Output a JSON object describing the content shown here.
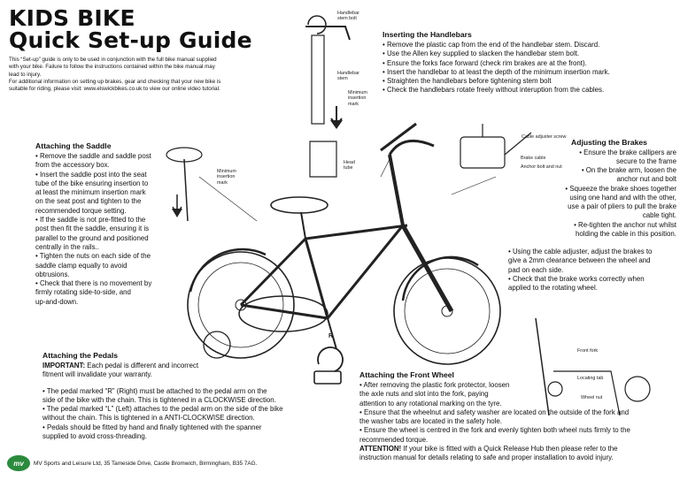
{
  "header": {
    "title_line1": "KIDS BIKE",
    "title_line2": "Quick Set-up Guide",
    "intro_lines": [
      "This “Set-up” guide is only to be used in conjunction with the full bike manual supplied",
      "with your bike. Failure to follow the instructions contained within the bike manual may",
      "lead to injury.",
      "For additional information on setting up brakes, gear and checking that your new bike is",
      "suitable for riding, please visit: www.elswickbikes.co.uk to view our online video tutorial."
    ]
  },
  "handlebars": {
    "title": "Inserting the Handlebars",
    "steps": [
      "• Remove the plastic cap from the end of the handlebar stem. Discard.",
      "• Use the Allen key supplied to slacken the handlebar stem bolt.",
      "• Ensure the forks face forward (check rim brakes are at the front).",
      "• Insert the handlebar to at least the depth of the minimum insertion mark.",
      "• Straighten the handlebars before tightening stem bolt",
      "• Check the handlebars rotate freely without interuption from the cables."
    ],
    "labels": {
      "stem_bolt": [
        "Handlebar",
        "stem bolt"
      ],
      "handlebar_stem": [
        "Handlebar",
        "stem"
      ],
      "minimum_insertion": [
        "Minimum",
        "insertion",
        "mark"
      ],
      "head_tube": [
        "Head",
        "tube"
      ]
    }
  },
  "saddle": {
    "title": "Attaching the Saddle",
    "lines": [
      "• Remove the saddle and saddle post",
      "from the accessory box.",
      "• Insert the saddle post into the seat",
      "tube of the bike ensuring insertion to",
      "at least the minimum insertion mark",
      "on the seat post and tighten to the",
      "recommended torque setting.",
      "• If the saddle is not pre-fitted to the",
      "post then fit the saddle, ensuring it is",
      "parallel to the ground and positioned",
      "centrally in the rails..",
      "• Tighten the nuts on each side of the",
      "saddle clamp equally to avoid",
      "obtrusions.",
      "• Check that there is no movement by",
      "firmly rotating side-to-side, and",
      "up-and-down."
    ],
    "labels": {
      "minimum_insertion": [
        "Minimum",
        "insertion",
        "mark"
      ]
    }
  },
  "brakes": {
    "title": "Adjusting the Brakes",
    "lines": [
      "• Ensure the brake callipers are",
      "secure to the frame",
      "• On the brake arm, loosen the",
      "anchor nut and bolt",
      "• Squeeze the brake shoes together",
      "using one hand and with the other,",
      "use a pair of pliers to pull the brake",
      "cable tight.",
      "• Re-tighten the anchor nut whilst",
      "holding the cable in this position.",
      "• Using the cable adjuster, adjust the brakes to",
      "give a 2mm clearance between the wheel and",
      "pad on each side.",
      "• Check that the brake works correctly when",
      "applied to the rotating wheel."
    ],
    "labels": {
      "cable_adjuster": "Cable adjuster screw",
      "brake_cable": "Brake cable",
      "anchor": "Anchor bolt and nut"
    }
  },
  "pedals": {
    "title": "Attaching the Pedals",
    "important_label": "IMPORTANT:",
    "important_text": " Each pedal is different and incorrect",
    "important_line2": "fitment will invalidate your warranty.",
    "lines": [
      "• The pedal marked “R” (Right) must be attached to the pedal arm on the",
      "side of the bike with the chain. This is tightened in a CLOCKWISE direction.",
      "• The pedal marked “L” (Left) attaches to the pedal arm on the side of the bike",
      "without the chain. This is tightened in a ANTI-CLOCKWISE direction.",
      "• Pedals should be fitted by hand and finally tightened with the spanner",
      "supplied to avoid cross-threading."
    ]
  },
  "front_wheel": {
    "title": "Attaching the Front Wheel",
    "lines": [
      "• After removing the plastic fork protector, loosen",
      "the axle nuts and slot into the fork, paying",
      "attention to any rotational marking on the tyre.",
      "• Ensure that the wheelnut and safety washer are located on the outside of the fork and",
      "the washer tabs are located in the safety hole.",
      "• Ensure the wheel is centred in the fork and evenly tighten both wheel nuts firmly to the",
      "recommended torque."
    ],
    "attention_label": "ATTENTION!",
    "attention_text": " If your bike is fitted with a Quick Release Hub then please refer to the",
    "attention_line2": "instruction manual for details relating to safe and proper installation to avoid injury.",
    "labels": {
      "front_fork": "Front fork",
      "locating_tab": "Locating tab",
      "wheel_nut": "Wheel nut"
    }
  },
  "footer": {
    "logo_text": "mv",
    "address": "MV Sports and Leisure Ltd, 35 Tameside Drive, Castle Bromwich, Birmingham, B35 7AG."
  },
  "pedal_mark": "R"
}
